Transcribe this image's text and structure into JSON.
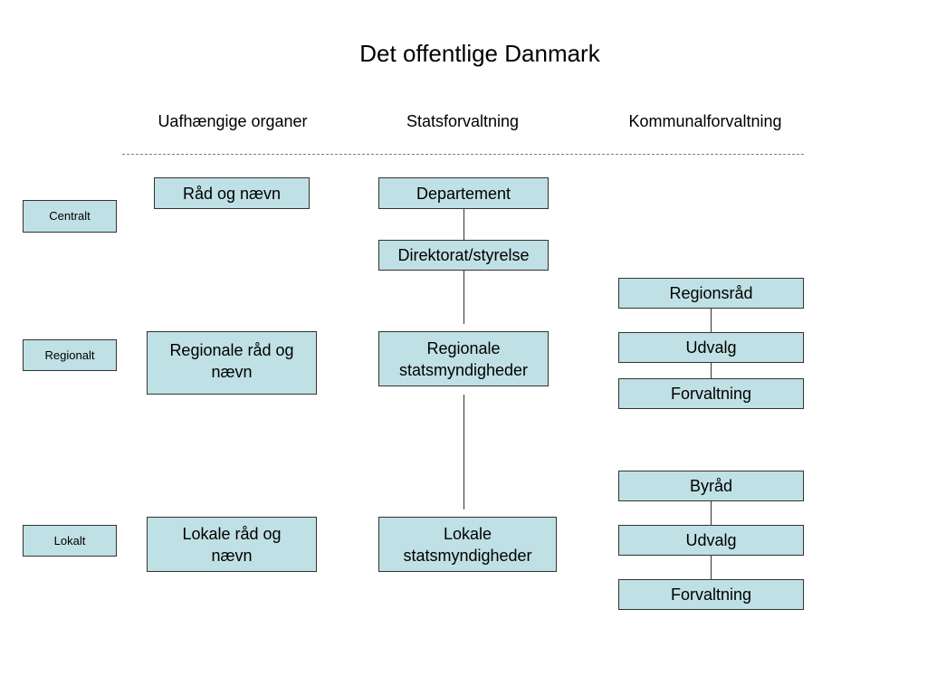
{
  "title": "Det offentlige Danmark",
  "columns": {
    "uafhaengige": "Uafhængige organer",
    "stat": "Statsforvaltning",
    "kommunal": "Kommunalforvaltning"
  },
  "levels": {
    "central": "Centralt",
    "regional": "Regionalt",
    "local": "Lokalt"
  },
  "uafhaengige": {
    "central": "Råd og nævn",
    "regional": "Regionale råd og nævn",
    "local": "Lokale råd og nævn"
  },
  "stat": {
    "departement": "Departement",
    "direktorat": "Direktorat/styrelse",
    "regional": "Regionale statsmyndigheder",
    "local": "Lokale statsmyndigheder"
  },
  "kommunal": {
    "regionsraad": "Regionsråd",
    "udvalg_regional": "Udvalg",
    "forvaltning_regional": "Forvaltning",
    "byraad": "Byråd",
    "udvalg_local": "Udvalg",
    "forvaltning_local": "Forvaltning"
  },
  "colors": {
    "box_fill": "#bfe0e4",
    "box_border": "#333333",
    "separator": "#808080"
  }
}
